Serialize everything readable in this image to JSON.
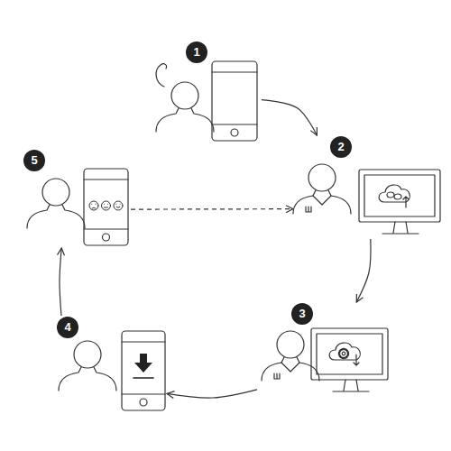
{
  "diagram": {
    "nodes": [
      {
        "text": [
          "1"
        ]
      },
      {
        "text": [
          "2"
        ]
      },
      {
        "text": [
          "3"
        ]
      },
      {
        "text": [
          "4"
        ]
      },
      {
        "text": [
          "5"
        ]
      }
    ],
    "edges": [
      {
        "from": 0,
        "to": 1,
        "arrow": "to"
      },
      {
        "from": 1,
        "to": 2,
        "arrow": "to"
      },
      {
        "from": 2,
        "to": 3,
        "arrow": "to"
      },
      {
        "from": 3,
        "to": 4,
        "arrow": "to"
      },
      {
        "from": 4,
        "to": 1,
        "arrow": "to"
      }
    ]
  }
}
